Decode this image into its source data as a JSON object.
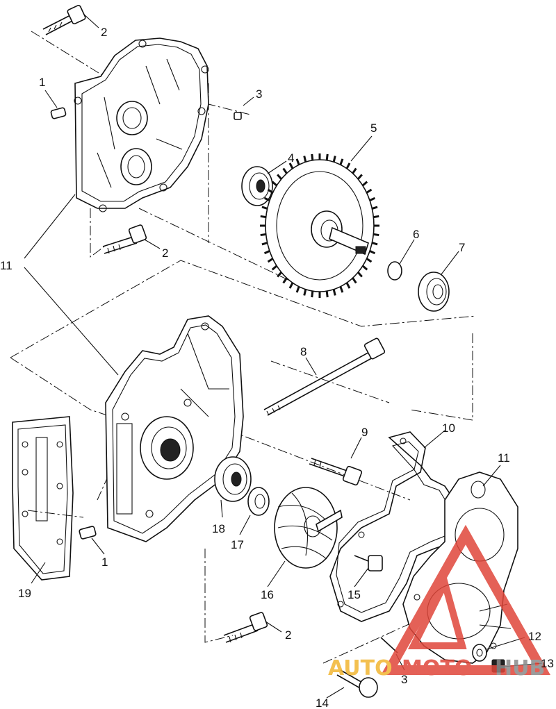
{
  "diagram": {
    "callouts": {
      "c1_top": "1",
      "c2_top": "2",
      "c3_top": "3",
      "c4": "4",
      "c5": "5",
      "c2_mid": "2",
      "c6": "6",
      "c7": "7",
      "c11_left": "11",
      "c8": "8",
      "c9": "9",
      "c10": "10",
      "c11_right": "11",
      "c18": "18",
      "c17": "17",
      "c1_bottom": "1",
      "c19": "19",
      "c16": "16",
      "c15": "15",
      "c2_bottom": "2",
      "c12": "12",
      "c13": "13",
      "c3_bottom": "3",
      "c14": "14"
    },
    "watermark": {
      "part1": "AUTO",
      "part2": "MOTO",
      "part3": "HUB",
      "colors": {
        "red": "#e0463a",
        "yellow": "#f2b632",
        "grey": "#8a8a8a"
      }
    }
  }
}
